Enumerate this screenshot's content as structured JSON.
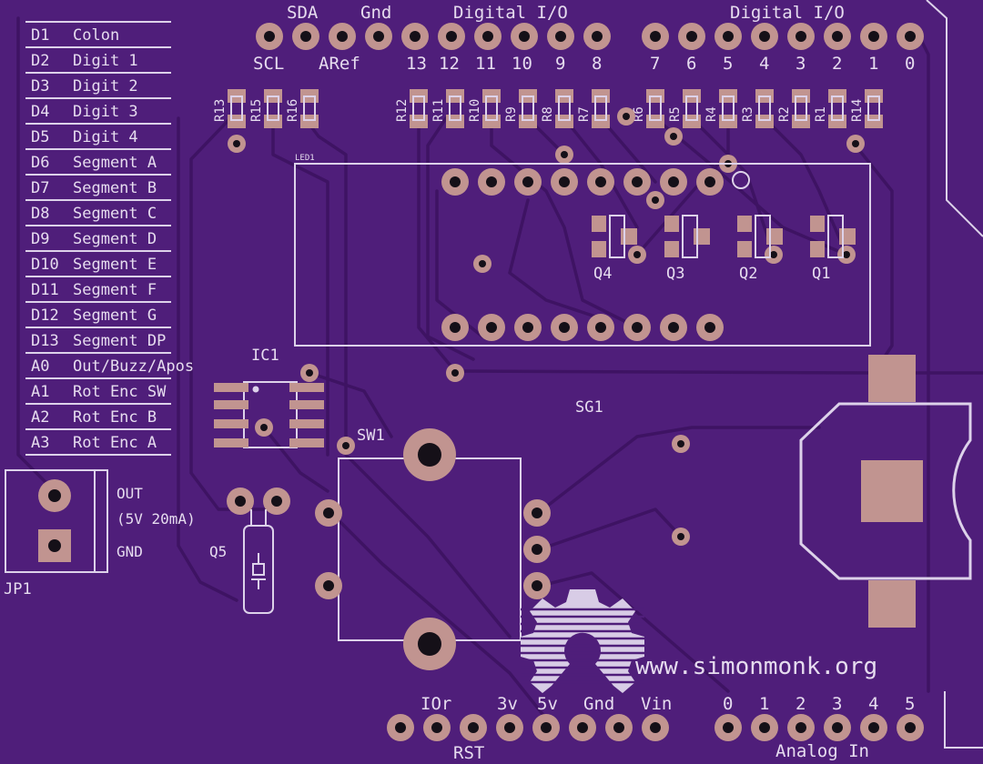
{
  "header_labels": {
    "sda": "SDA",
    "gnd": "Gnd",
    "digital_io_left": "Digital I/O",
    "digital_io_right": "Digital I/O",
    "scl": "SCL",
    "aref": "ARef",
    "pins": [
      "13",
      "12",
      "11",
      "10",
      "9",
      "8",
      "7",
      "6",
      "5",
      "4",
      "3",
      "2",
      "1",
      "0"
    ]
  },
  "pin_legend": [
    {
      "pin": "D1",
      "label": "Colon"
    },
    {
      "pin": "D2",
      "label": "Digit 1"
    },
    {
      "pin": "D3",
      "label": "Digit 2"
    },
    {
      "pin": "D4",
      "label": "Digit 3"
    },
    {
      "pin": "D5",
      "label": "Digit 4"
    },
    {
      "pin": "D6",
      "label": "Segment A"
    },
    {
      "pin": "D7",
      "label": "Segment B"
    },
    {
      "pin": "D8",
      "label": "Segment C"
    },
    {
      "pin": "D9",
      "label": "Segment D"
    },
    {
      "pin": "D10",
      "label": "Segment E"
    },
    {
      "pin": "D11",
      "label": "Segment F"
    },
    {
      "pin": "D12",
      "label": "Segment G"
    },
    {
      "pin": "D13",
      "label": "Segment DP"
    },
    {
      "pin": "A0",
      "label": "Out/Buzz/Apos"
    },
    {
      "pin": "A1",
      "label": "Rot Enc SW"
    },
    {
      "pin": "A2",
      "label": "Rot Enc B"
    },
    {
      "pin": "A3",
      "label": "Rot Enc A"
    }
  ],
  "resistors": [
    "R13",
    "R15",
    "R16",
    "R12",
    "R11",
    "R10",
    "R9",
    "R8",
    "R7",
    "R6",
    "R5",
    "R4",
    "R3",
    "R2",
    "R1",
    "R14"
  ],
  "components": {
    "led1": "LED1",
    "transistors": [
      "Q4",
      "Q3",
      "Q2",
      "Q1"
    ],
    "ic1": "IC1",
    "sg1": "SG1",
    "sw1": "SW1",
    "q5": "Q5",
    "jp1": "JP1"
  },
  "jp1_labels": {
    "out": "OUT",
    "spec": "(5V 20mA)",
    "gnd": "GND"
  },
  "bottom_labels": {
    "ior": "IOr",
    "v3": "3v",
    "v5": "5v",
    "gnd": "Gnd",
    "vin": "Vin",
    "rst": "RST",
    "analog_pins": [
      "0",
      "1",
      "2",
      "3",
      "4",
      "5"
    ],
    "analog_in": "Analog In"
  },
  "website": "www.simonmonk.org",
  "colors": {
    "board": "#4f1e7a",
    "pad": "#c19490",
    "silkscreen": "#ddd2ea",
    "hole": "#151018"
  }
}
